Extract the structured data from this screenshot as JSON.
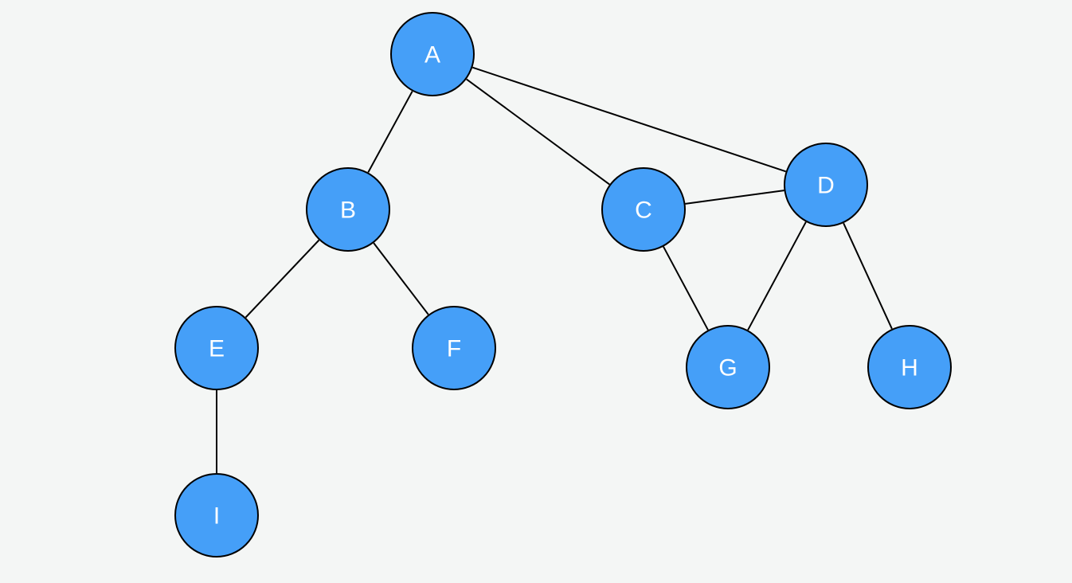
{
  "graph": {
    "node_color": "#459ff8",
    "edge_color": "#000000",
    "background": "#f4f6f5",
    "nodes": [
      {
        "id": "A",
        "label": "A"
      },
      {
        "id": "B",
        "label": "B"
      },
      {
        "id": "C",
        "label": "C"
      },
      {
        "id": "D",
        "label": "D"
      },
      {
        "id": "E",
        "label": "E"
      },
      {
        "id": "F",
        "label": "F"
      },
      {
        "id": "G",
        "label": "G"
      },
      {
        "id": "H",
        "label": "H"
      },
      {
        "id": "I",
        "label": "I"
      }
    ],
    "edges": [
      {
        "from": "A",
        "to": "B"
      },
      {
        "from": "A",
        "to": "C"
      },
      {
        "from": "A",
        "to": "D"
      },
      {
        "from": "B",
        "to": "E"
      },
      {
        "from": "B",
        "to": "F"
      },
      {
        "from": "C",
        "to": "D"
      },
      {
        "from": "C",
        "to": "G"
      },
      {
        "from": "D",
        "to": "G"
      },
      {
        "from": "D",
        "to": "H"
      },
      {
        "from": "E",
        "to": "I"
      }
    ]
  }
}
